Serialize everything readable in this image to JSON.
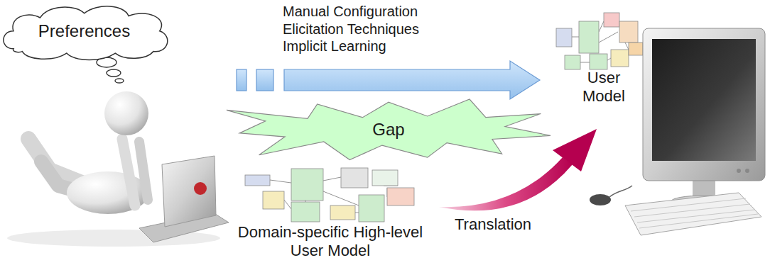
{
  "diagram": {
    "nodes": [
      {
        "text": [
          "Preferences"
        ]
      },
      {
        "text": [
          "Gap"
        ]
      }
    ],
    "labels": [
      "Manual Configuration",
      "Elicitation Techniques",
      "Implicit Learning",
      "User Model",
      "Domain-specific High-level User Model",
      "Translation"
    ]
  }
}
